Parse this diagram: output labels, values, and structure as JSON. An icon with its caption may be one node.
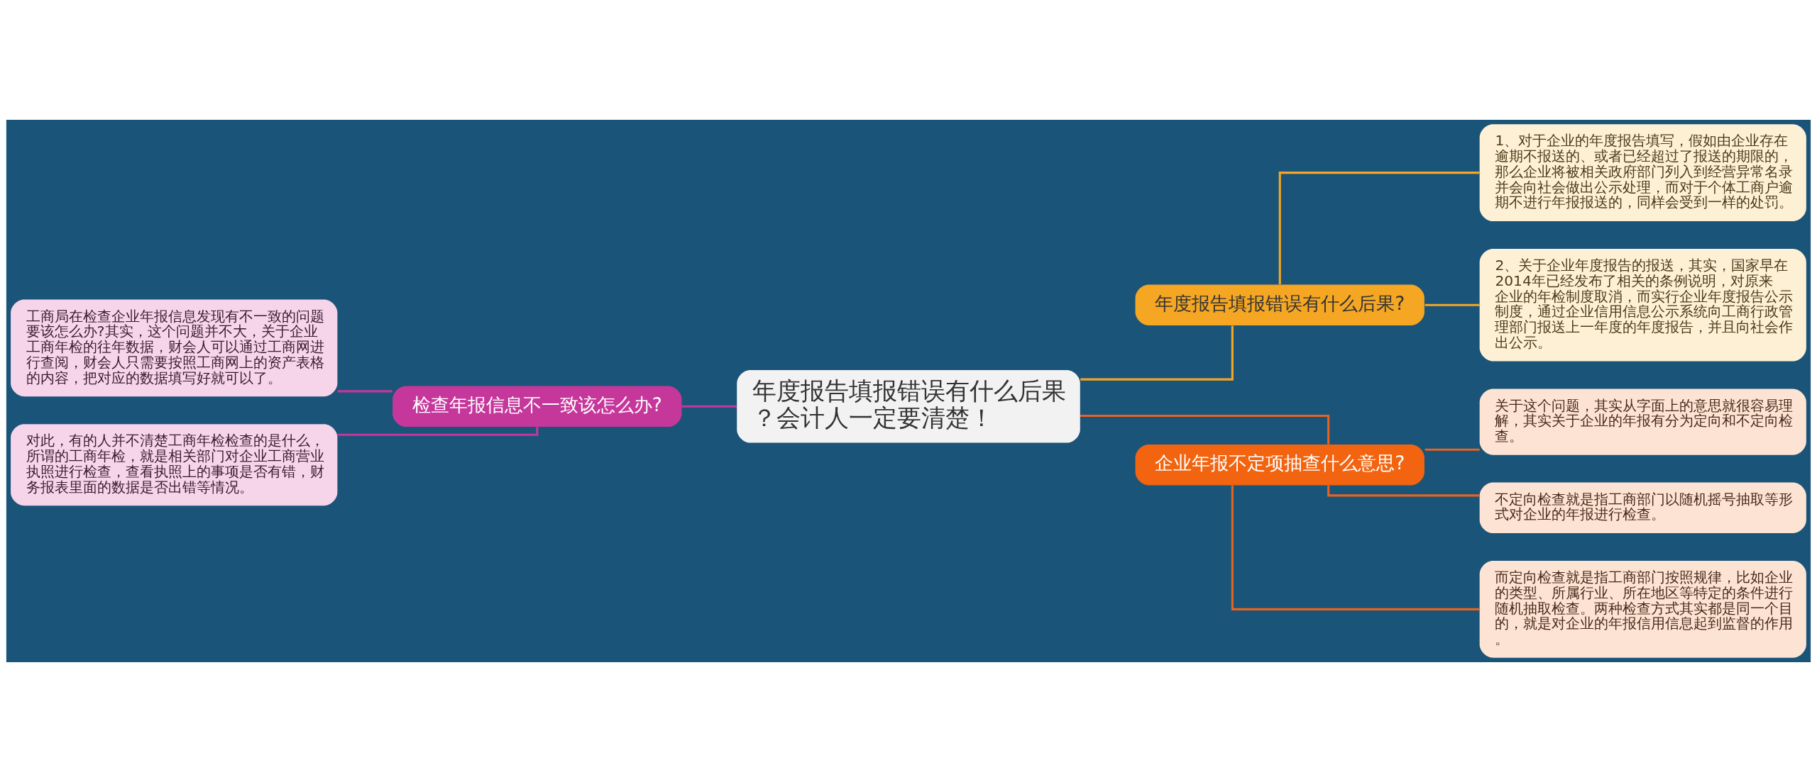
{
  "diagram": {
    "nodes": [
      {
        "text": [
          "年度报告填报错误有什么后果？会计人一定要清楚！"
        ]
      },
      {
        "text": [
          "年度报告填报错误有什么后果?"
        ]
      },
      {
        "text": [
          "1、对于企业的年度报告填写，假如由企业存在逾期不报送的、或者已经超过了报送的期限的，那么企业将被相关政府部门列入到经营异常名录并会向社会做出公示处理，而对于个体工商户逾期不进行年报报送的，同样会受到一样的处罚。"
        ]
      },
      {
        "text": [
          "2、关于企业年度报告的报送，其实，国家早在2014年已经发布了相关的条例说明，对原来企业的年检制度取消，而实行企业年度报告公示制度，通过企业信用信息公示系统向工商行政管理部门报送上一年度的年度报告，并且向社会作出公示。"
        ]
      },
      {
        "text": [
          "企业年报不定项抽查什么意思?"
        ]
      },
      {
        "text": [
          "关于这个问题，其实从字面上的意思就很容易理解，其实关于企业的年报有分为定向和不定向检查。"
        ]
      },
      {
        "text": [
          "不定向检查就是指工商部门以随机摇号抽取等形式对企业的年报进行检查。"
        ]
      },
      {
        "text": [
          "而定向检查就是指工商部门按照规律，比如企业的类型、所属行业、所在地区等特定的条件进行随机抽取检查。两种检查方式其实都是同一个目的，就是对企业的年报信用信息起到监督的作用。"
        ]
      },
      {
        "text": [
          "检查年报信息不一致该怎么办?"
        ]
      },
      {
        "text": [
          "工商局在检查企业年报信息发现有不一致的问题要该怎么办?其实，这个问题并不大，关于企业工商年检的往年数据，财会人可以通过工商网进行查阅，财会人只需要按照工商网上的资产表格的内容，把对应的数据填写好就可以了。"
        ]
      },
      {
        "text": [
          "对此，有的人并不清楚工商年检检查的是什么，所谓的工商年检，就是相关部门对企业工商营业执照进行检查，查看执照上的事项是否有错，财务报表里面的数据是否出错等情况。"
        ]
      }
    ],
    "edges": [
      {
        "from": 0,
        "to": 1,
        "arrow": "none",
        "color": "#f5a623"
      },
      {
        "from": 1,
        "to": 2,
        "arrow": "none",
        "color": "#f5a623"
      },
      {
        "from": 1,
        "to": 3,
        "arrow": "none",
        "color": "#f5a623"
      },
      {
        "from": 0,
        "to": 4,
        "arrow": "none",
        "color": "#e8631f"
      },
      {
        "from": 4,
        "to": 5,
        "arrow": "none",
        "color": "#e8631f"
      },
      {
        "from": 4,
        "to": 6,
        "arrow": "none",
        "color": "#e8631f"
      },
      {
        "from": 4,
        "to": 7,
        "arrow": "none",
        "color": "#e8631f"
      },
      {
        "from": 0,
        "to": 8,
        "arrow": "none",
        "color": "#c6379b"
      },
      {
        "from": 8,
        "to": 9,
        "arrow": "none",
        "color": "#c6379b"
      },
      {
        "from": 8,
        "to": 10,
        "arrow": "none",
        "color": "#c6379b"
      }
    ]
  }
}
